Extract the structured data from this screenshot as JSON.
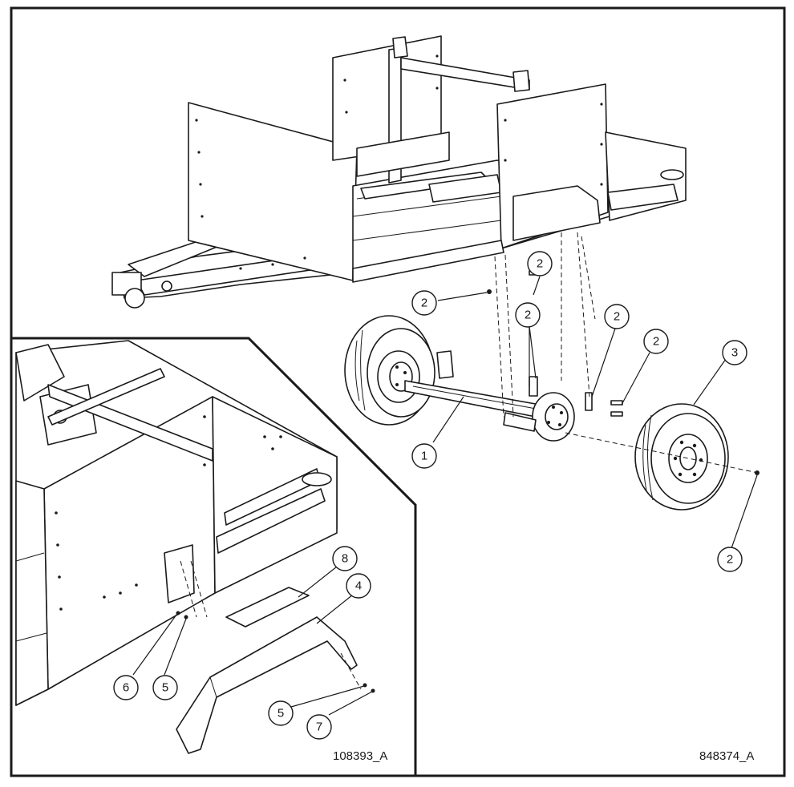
{
  "drawing": {
    "main_ref": "848374_A",
    "inset_ref": "108393_A",
    "ink_color": "#1a1a1a",
    "background_color": "#ffffff"
  },
  "callouts": [
    {
      "id": "c1",
      "number": "1"
    },
    {
      "id": "c2a",
      "number": "2"
    },
    {
      "id": "c2b",
      "number": "2"
    },
    {
      "id": "c2c",
      "number": "2"
    },
    {
      "id": "c2d",
      "number": "2"
    },
    {
      "id": "c2e",
      "number": "2"
    },
    {
      "id": "c2f",
      "number": "2"
    },
    {
      "id": "c3",
      "number": "3"
    },
    {
      "id": "c4",
      "number": "4"
    },
    {
      "id": "c5a",
      "number": "5"
    },
    {
      "id": "c5b",
      "number": "5"
    },
    {
      "id": "c6",
      "number": "6"
    },
    {
      "id": "c7",
      "number": "7"
    },
    {
      "id": "c8",
      "number": "8"
    }
  ]
}
